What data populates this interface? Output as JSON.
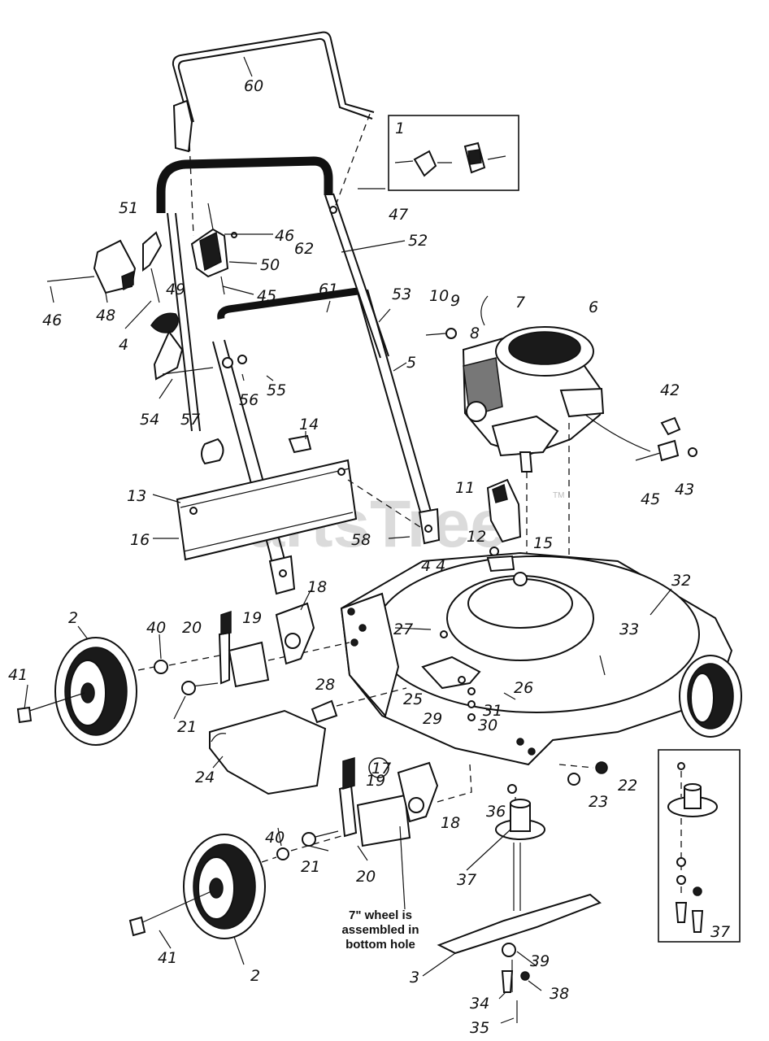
{
  "watermark": "PartsTree",
  "watermark_tm": "TM",
  "note_lines": [
    "7\" wheel is",
    "assembled in",
    "bottom hole"
  ],
  "callouts": [
    {
      "id": "60",
      "text": "60"
    },
    {
      "id": "1",
      "text": "1"
    },
    {
      "id": "47",
      "text": "47"
    },
    {
      "id": "51",
      "text": "51"
    },
    {
      "id": "46a",
      "text": "46"
    },
    {
      "id": "62",
      "text": "62"
    },
    {
      "id": "52",
      "text": "52"
    },
    {
      "id": "50",
      "text": "50"
    },
    {
      "id": "45a",
      "text": "45"
    },
    {
      "id": "46b",
      "text": "46"
    },
    {
      "id": "48",
      "text": "48"
    },
    {
      "id": "4",
      "text": "4"
    },
    {
      "id": "49",
      "text": "49"
    },
    {
      "id": "61",
      "text": "61"
    },
    {
      "id": "53",
      "text": "53"
    },
    {
      "id": "10",
      "text": "10"
    },
    {
      "id": "9",
      "text": "9"
    },
    {
      "id": "7",
      "text": "7"
    },
    {
      "id": "6",
      "text": "6"
    },
    {
      "id": "8",
      "text": "8"
    },
    {
      "id": "5",
      "text": "5"
    },
    {
      "id": "56",
      "text": "56"
    },
    {
      "id": "55",
      "text": "55"
    },
    {
      "id": "54",
      "text": "54"
    },
    {
      "id": "57",
      "text": "57"
    },
    {
      "id": "14",
      "text": "14"
    },
    {
      "id": "42",
      "text": "42"
    },
    {
      "id": "45b",
      "text": "45"
    },
    {
      "id": "43",
      "text": "43"
    },
    {
      "id": "13",
      "text": "13"
    },
    {
      "id": "11",
      "text": "11"
    },
    {
      "id": "16",
      "text": "16"
    },
    {
      "id": "58",
      "text": "58"
    },
    {
      "id": "12",
      "text": "12"
    },
    {
      "id": "15",
      "text": "15"
    },
    {
      "id": "44",
      "text": "4 4"
    },
    {
      "id": "32",
      "text": "32"
    },
    {
      "id": "18a",
      "text": "18"
    },
    {
      "id": "2a",
      "text": "2"
    },
    {
      "id": "40a",
      "text": "40"
    },
    {
      "id": "20a",
      "text": "20"
    },
    {
      "id": "19a",
      "text": "19"
    },
    {
      "id": "41a",
      "text": "41"
    },
    {
      "id": "27",
      "text": "27"
    },
    {
      "id": "33",
      "text": "33"
    },
    {
      "id": "28",
      "text": "28"
    },
    {
      "id": "26",
      "text": "26"
    },
    {
      "id": "21a",
      "text": "21"
    },
    {
      "id": "25",
      "text": "25"
    },
    {
      "id": "29",
      "text": "29"
    },
    {
      "id": "31",
      "text": "31"
    },
    {
      "id": "30",
      "text": "30"
    },
    {
      "id": "17",
      "text": "17"
    },
    {
      "id": "24",
      "text": "24"
    },
    {
      "id": "19b",
      "text": "19"
    },
    {
      "id": "22",
      "text": "22"
    },
    {
      "id": "23",
      "text": "23"
    },
    {
      "id": "36",
      "text": "36"
    },
    {
      "id": "18b",
      "text": "18"
    },
    {
      "id": "40b",
      "text": "40"
    },
    {
      "id": "21b",
      "text": "21"
    },
    {
      "id": "20b",
      "text": "20"
    },
    {
      "id": "37a",
      "text": "37"
    },
    {
      "id": "37b",
      "text": "37"
    },
    {
      "id": "41b",
      "text": "41"
    },
    {
      "id": "2b",
      "text": "2"
    },
    {
      "id": "39",
      "text": "39"
    },
    {
      "id": "3",
      "text": "3"
    },
    {
      "id": "34",
      "text": "34"
    },
    {
      "id": "38",
      "text": "38"
    },
    {
      "id": "35",
      "text": "35"
    }
  ]
}
